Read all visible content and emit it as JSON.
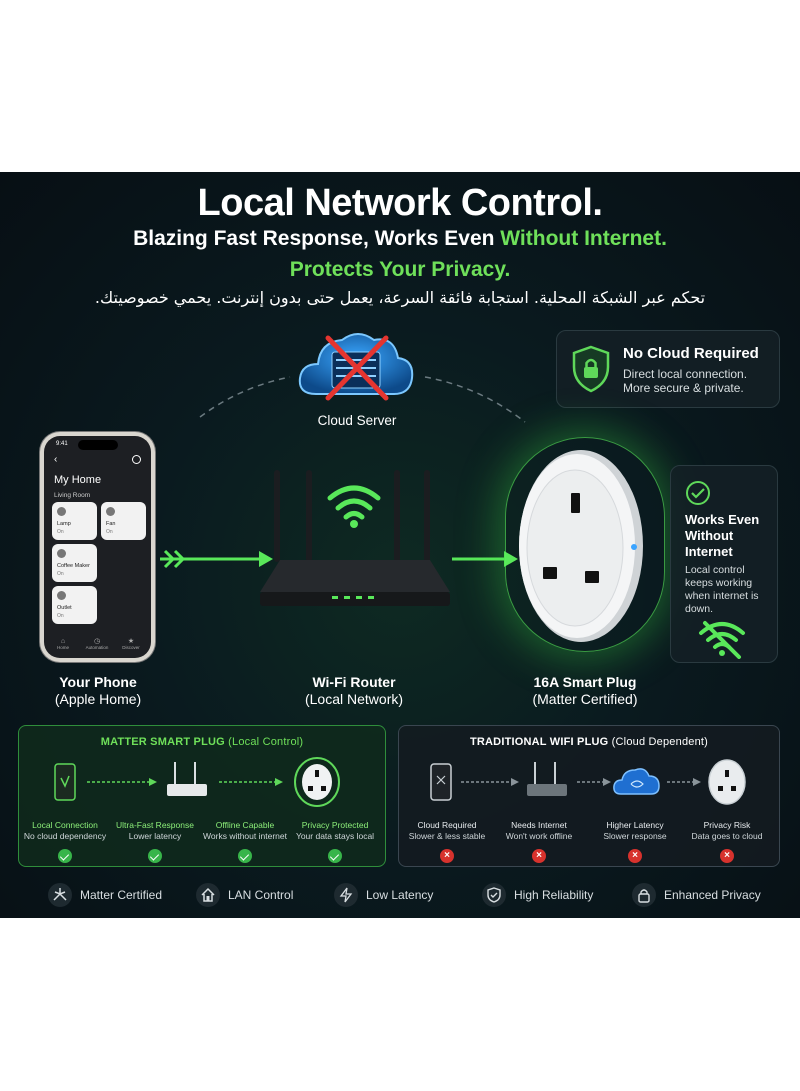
{
  "header": {
    "title": "Local Network Control.",
    "subtitle_a": "Blazing Fast Response, Works Even ",
    "subtitle_b": "Without Internet.",
    "subtitle_line2": "Protects Your Privacy.",
    "arabic_a": "تحكم عبر الشبكة المحلية. ",
    "arabic_b": "استجابة فائقة السرعة، يعمل حتى بدون إنترنت. يحمي خصوصيتك."
  },
  "cloud": {
    "label": "Cloud Server"
  },
  "no_cloud_card": {
    "title": "No Cloud Required",
    "line1": "Direct local connection.",
    "line2": "More secure & private."
  },
  "phone": {
    "time": "9:41",
    "home_title": "My Home",
    "room": "Living Room",
    "tiles": [
      {
        "name": "Lamp",
        "state": "On"
      },
      {
        "name": "Fan",
        "state": "On"
      },
      {
        "name": "Coffee Maker",
        "state": "On"
      },
      {
        "name": "Outlet",
        "state": "On"
      }
    ],
    "tabs": [
      "Home",
      "Automation",
      "Discover"
    ]
  },
  "devices": {
    "phone": {
      "name": "Your Phone",
      "sub": "(Apple Home)"
    },
    "router": {
      "name": "Wi-Fi Router",
      "sub": "(Local Network)"
    },
    "plug": {
      "name": "16A Smart Plug",
      "sub": "(Matter Certified)"
    }
  },
  "offline_card": {
    "title": "Works Even Without Internet",
    "desc": "Local control keeps working when internet is down."
  },
  "matter_panel": {
    "title": "MATTER SMART PLUG",
    "title_note": "(Local Control)",
    "features": [
      {
        "title": "Local Connection",
        "desc": "No cloud dependency"
      },
      {
        "title": "Ultra-Fast Response",
        "desc": "Lower latency"
      },
      {
        "title": "Offline Capable",
        "desc": "Works without internet"
      },
      {
        "title": "Privacy Protected",
        "desc": "Your data stays local"
      }
    ]
  },
  "traditional_panel": {
    "title": "TRADITIONAL WIFI PLUG",
    "title_note": "(Cloud Dependent)",
    "features": [
      {
        "title": "Cloud Required",
        "desc": "Slower & less stable"
      },
      {
        "title": "Needs Internet",
        "desc": "Won't work offline"
      },
      {
        "title": "Higher Latency",
        "desc": "Slower response"
      },
      {
        "title": "Privacy Risk",
        "desc": "Data goes to cloud"
      }
    ]
  },
  "bottom_features": [
    {
      "label": "Matter Certified",
      "icon": "matter-logo-icon"
    },
    {
      "label": "LAN Control",
      "icon": "house-icon"
    },
    {
      "label": "Low Latency",
      "icon": "lightning-icon"
    },
    {
      "label": "High Reliability",
      "icon": "shield-check-icon"
    },
    {
      "label": "Enhanced Privacy",
      "icon": "lock-icon"
    }
  ],
  "colors": {
    "accent_green": "#6fe05a",
    "background": "#0a1a1f",
    "error_red": "#d7322d"
  }
}
